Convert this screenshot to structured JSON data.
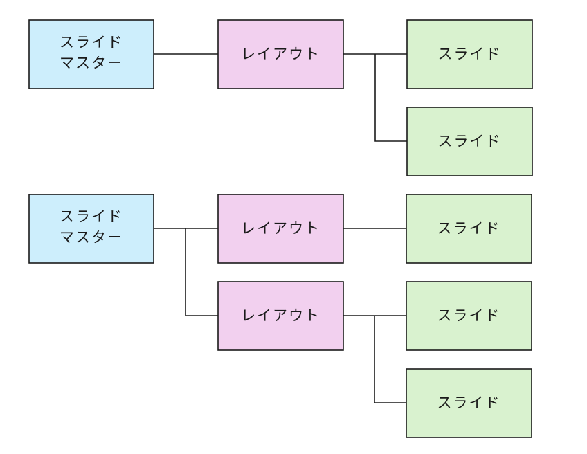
{
  "colors": {
    "master_fill": "#cdeefc",
    "layout_fill": "#f2d0ef",
    "slide_fill": "#d9f2cf",
    "stroke": "#1a1a1a"
  },
  "diagram_top": {
    "master": {
      "line1": "スライド",
      "line2": "マスター"
    },
    "layout": {
      "label": "レイアウト"
    },
    "slides": [
      {
        "label": "スライド"
      },
      {
        "label": "スライド"
      }
    ]
  },
  "diagram_bottom": {
    "master": {
      "line1": "スライド",
      "line2": "マスター"
    },
    "layouts": [
      {
        "label": "レイアウト"
      },
      {
        "label": "レイアウト"
      }
    ],
    "slides": [
      {
        "label": "スライド"
      },
      {
        "label": "スライド"
      },
      {
        "label": "スライド"
      }
    ]
  }
}
